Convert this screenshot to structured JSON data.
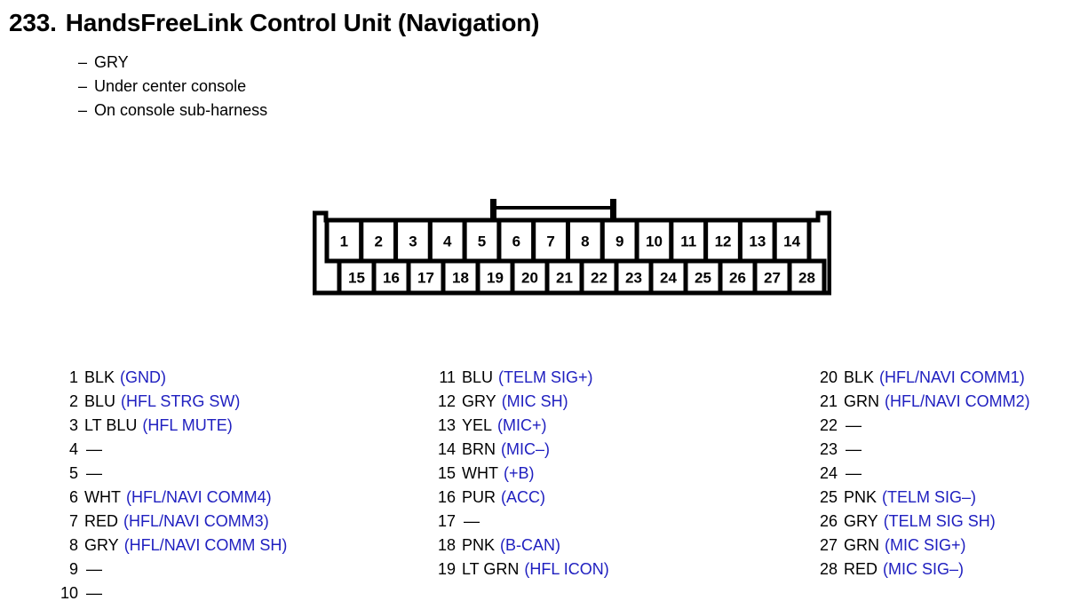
{
  "header": {
    "number": "233.",
    "title": "HandsFreeLink Control Unit (Navigation)",
    "bullets": [
      "GRY",
      "Under center console",
      "On console sub-harness"
    ],
    "bullet_marker": "–"
  },
  "connector": {
    "name": "28-pin connector",
    "top_row_pins": [
      "1",
      "2",
      "3",
      "4",
      "5",
      "6",
      "7",
      "8",
      "9",
      "10",
      "11",
      "12",
      "13",
      "14"
    ],
    "bottom_row_pins": [
      "15",
      "16",
      "17",
      "18",
      "19",
      "20",
      "21",
      "22",
      "23",
      "24",
      "25",
      "26",
      "27",
      "28"
    ],
    "outline_color": "#000000",
    "fill_color": "#ffffff"
  },
  "pin_list": {
    "empty_marker": "—",
    "signal_color": "#2020c0",
    "wire_color": "#000000",
    "columns": [
      {
        "rows": [
          {
            "no": "1",
            "wire": "BLK",
            "signal": "(GND)"
          },
          {
            "no": "2",
            "wire": "BLU",
            "signal": "(HFL STRG SW)"
          },
          {
            "no": "3",
            "wire": "LT BLU",
            "signal": "(HFL MUTE)"
          },
          {
            "no": "4",
            "wire": "",
            "signal": ""
          },
          {
            "no": "5",
            "wire": "",
            "signal": ""
          },
          {
            "no": "6",
            "wire": "WHT",
            "signal": "(HFL/NAVI COMM4)"
          },
          {
            "no": "7",
            "wire": "RED",
            "signal": "(HFL/NAVI COMM3)"
          },
          {
            "no": "8",
            "wire": "GRY",
            "signal": "(HFL/NAVI COMM SH)"
          },
          {
            "no": "9",
            "wire": "",
            "signal": ""
          },
          {
            "no": "10",
            "wire": "",
            "signal": ""
          }
        ]
      },
      {
        "rows": [
          {
            "no": "11",
            "wire": "BLU",
            "signal": "(TELM SIG+)"
          },
          {
            "no": "12",
            "wire": "GRY",
            "signal": "(MIC SH)"
          },
          {
            "no": "13",
            "wire": "YEL",
            "signal": "(MIC+)"
          },
          {
            "no": "14",
            "wire": "BRN",
            "signal": "(MIC–)"
          },
          {
            "no": "15",
            "wire": "WHT",
            "signal": "(+B)"
          },
          {
            "no": "16",
            "wire": "PUR",
            "signal": "(ACC)"
          },
          {
            "no": "17",
            "wire": "",
            "signal": ""
          },
          {
            "no": "18",
            "wire": "PNK",
            "signal": "(B-CAN)"
          },
          {
            "no": "19",
            "wire": "LT GRN",
            "signal": "(HFL ICON)"
          }
        ]
      },
      {
        "rows": [
          {
            "no": "20",
            "wire": "BLK",
            "signal": "(HFL/NAVI COMM1)"
          },
          {
            "no": "21",
            "wire": "GRN",
            "signal": "(HFL/NAVI COMM2)"
          },
          {
            "no": "22",
            "wire": "",
            "signal": ""
          },
          {
            "no": "23",
            "wire": "",
            "signal": ""
          },
          {
            "no": "24",
            "wire": "",
            "signal": ""
          },
          {
            "no": "25",
            "wire": "PNK",
            "signal": "(TELM SIG–)"
          },
          {
            "no": "26",
            "wire": "GRY",
            "signal": "(TELM SIG SH)"
          },
          {
            "no": "27",
            "wire": "GRN",
            "signal": "(MIC SIG+)"
          },
          {
            "no": "28",
            "wire": "RED",
            "signal": "(MIC SIG–)"
          }
        ]
      }
    ]
  }
}
